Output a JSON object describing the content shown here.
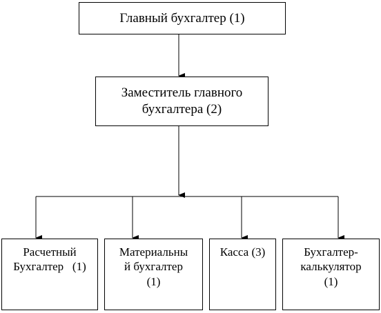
{
  "nodes": {
    "chief": {
      "label": "Главный бухгалтер (1)"
    },
    "deputy": {
      "label_line1": "Заместитель главного",
      "label_line2": "бухгалтера (2)"
    },
    "payroll": {
      "label_line1": "Расчетный",
      "label_line2": "Бухгалтер   (1)"
    },
    "material": {
      "label_line1": "Материальны",
      "label_line2": "й бухгалтер",
      "label_line3": "(1)"
    },
    "cash": {
      "label": "Касса (3)"
    },
    "calc": {
      "label_line1": "Бухгалтер-",
      "label_line2": "калькулятор",
      "label_line3": "(1)"
    }
  },
  "edges": [
    {
      "from": "chief",
      "to": "deputy"
    },
    {
      "from": "deputy",
      "to": "payroll"
    },
    {
      "from": "deputy",
      "to": "material"
    },
    {
      "from": "deputy",
      "to": "cash"
    },
    {
      "from": "deputy",
      "to": "calc"
    }
  ]
}
